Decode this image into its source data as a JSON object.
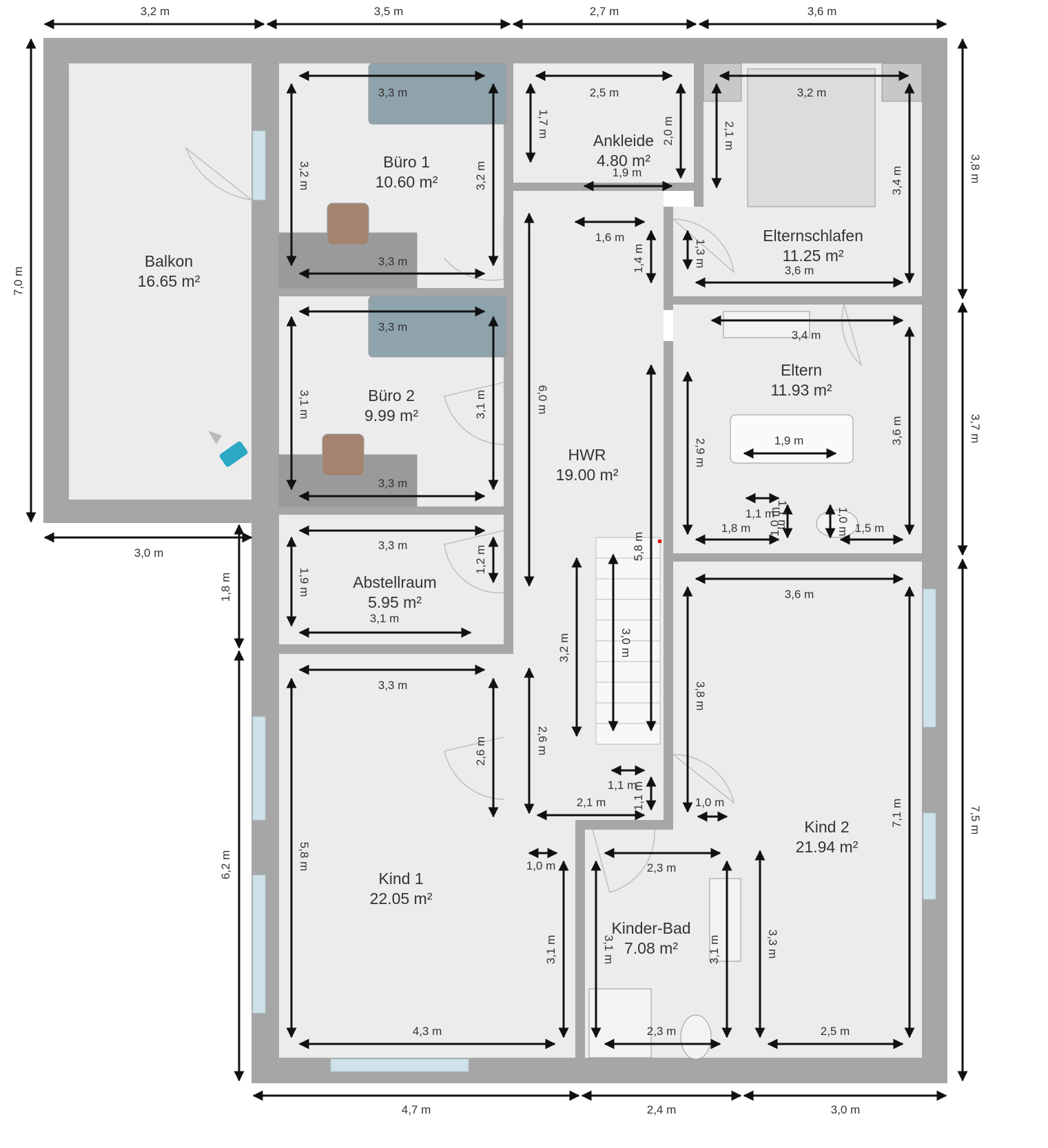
{
  "rooms": {
    "balkon": {
      "name": "Balkon",
      "area": "16.65 m²"
    },
    "buero1": {
      "name": "Büro 1",
      "area": "10.60 m²"
    },
    "buero2": {
      "name": "Büro 2",
      "area": "9.99 m²"
    },
    "abstellraum": {
      "name": "Abstellraum",
      "area": "5.95 m²"
    },
    "ankleide": {
      "name": "Ankleide",
      "area": "4.80 m²"
    },
    "elternschlafen": {
      "name": "Elternschlafen",
      "area": "11.25 m²"
    },
    "eltern": {
      "name": "Eltern",
      "area": "11.93 m²"
    },
    "hwr": {
      "name": "HWR",
      "area": "19.00 m²"
    },
    "kind1": {
      "name": "Kind 1",
      "area": "22.05 m²"
    },
    "kind2": {
      "name": "Kind 2",
      "area": "21.94 m²"
    },
    "kinderbad": {
      "name": "Kinder-Bad",
      "area": "7.08 m²"
    }
  },
  "outer_dims": {
    "top": [
      "3,2 m",
      "3,5 m",
      "2,7 m",
      "3,6 m"
    ],
    "bottom": [
      "4,7 m",
      "2,4 m",
      "3,0 m"
    ],
    "left": [
      "7,0 m",
      "1,8 m",
      "6,2 m"
    ],
    "left_bottom": "3,0 m",
    "right": [
      "3,8 m",
      "3,7 m",
      "7,5 m"
    ]
  },
  "inner_dims": {
    "d01": "3,3 m",
    "d02": "3,2 m",
    "d03": "3,2 m",
    "d04": "3,3 m",
    "d05": "3,3 m",
    "d06": "3,1 m",
    "d07": "3,1 m",
    "d08": "3,3 m",
    "d09": "3,3 m",
    "d10": "1,9 m",
    "d11": "1,2 m",
    "d12": "3,1 m",
    "d13": "3,3 m",
    "d14": "2,6 m",
    "d15": "5,8 m",
    "d16": "4,3 m",
    "d17": "1,0 m",
    "d18": "3,1 m",
    "d19": "2,5 m",
    "d20": "1,7 m",
    "d21": "2,0 m",
    "d22": "1,9 m",
    "d23": "3,2 m",
    "d24": "2,1 m",
    "d25": "3,4 m",
    "d26": "1,3 m",
    "d27": "3,6 m",
    "d28": "1,6 m",
    "d29": "1,4 m",
    "d30": "6,0 m",
    "d31": "3,4 m",
    "d32": "2,9 m",
    "d33": "1,9 m",
    "d34": "3,6 m",
    "d35": "1,1 m",
    "d36": "1,0 m",
    "d37": "1,8 m",
    "d38": "1,0 m",
    "d39": "1,5 m",
    "d40": "5,8 m",
    "d41": "3,0 m",
    "d42": "3,2 m",
    "d43": "2,6 m",
    "d44": "1,1 m",
    "d45": "1,1 m",
    "d46": "2,1 m",
    "d47": "3,6 m",
    "d48": "3,8 m",
    "d49": "1,0 m",
    "d50": "7,1 m",
    "d51": "3,3 m",
    "d52": "2,5 m",
    "d53": "2,3 m",
    "d54": "3,1 m",
    "d55": "3,1 m",
    "d56": "2,3 m",
    "d57": "1,1 m"
  },
  "colors": {
    "wall": "#a6a6a6",
    "floor": "#ececec",
    "window": "#cfe2ea",
    "dimension": "#111111"
  }
}
